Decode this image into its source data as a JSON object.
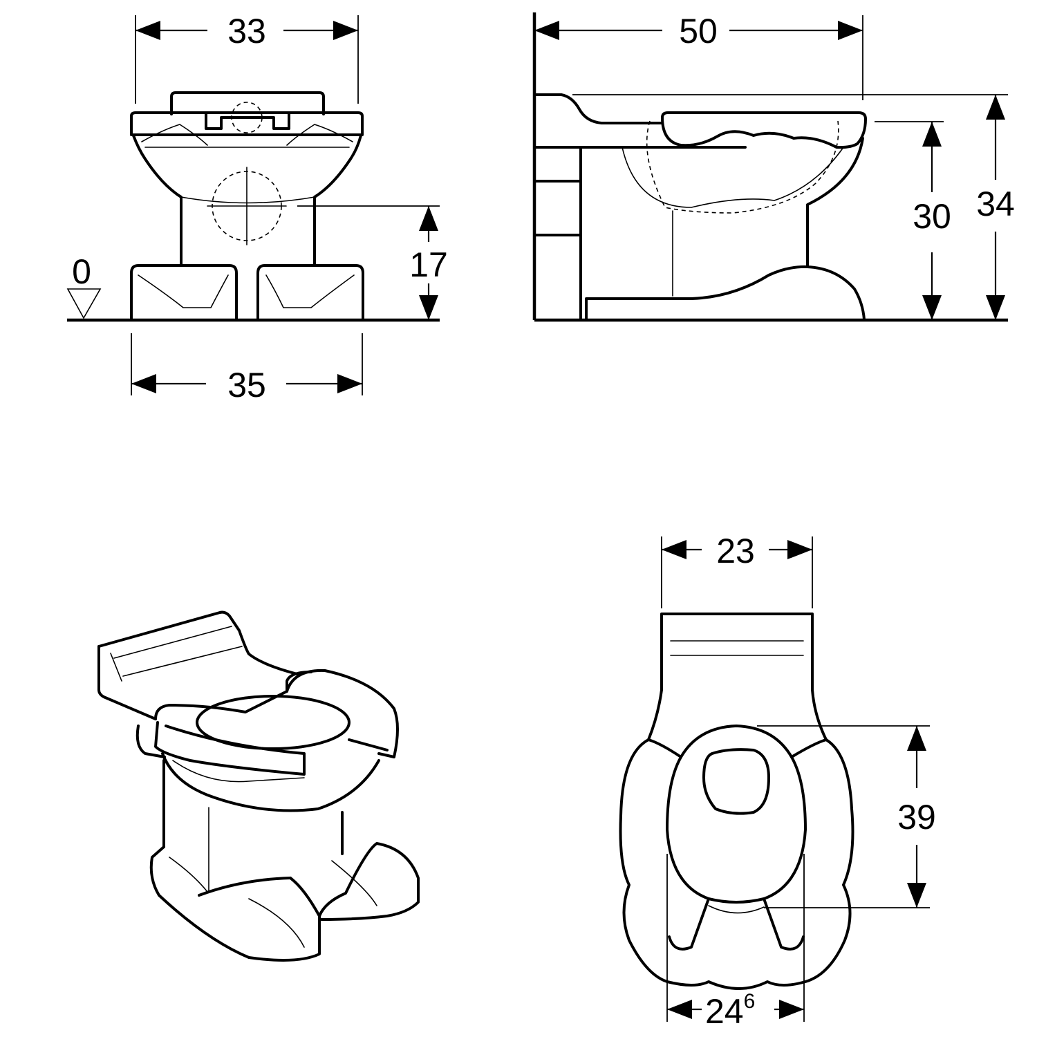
{
  "front_view": {
    "width_top": "33",
    "width_bottom": "35",
    "height_outlet": "17",
    "floor_level": "0"
  },
  "side_view": {
    "depth": "50",
    "height_rim": "30",
    "height_total": "34"
  },
  "top_view": {
    "width_tank": "23",
    "length_bowl": "39",
    "width_feet_main": "24",
    "width_feet_sup": "6"
  }
}
